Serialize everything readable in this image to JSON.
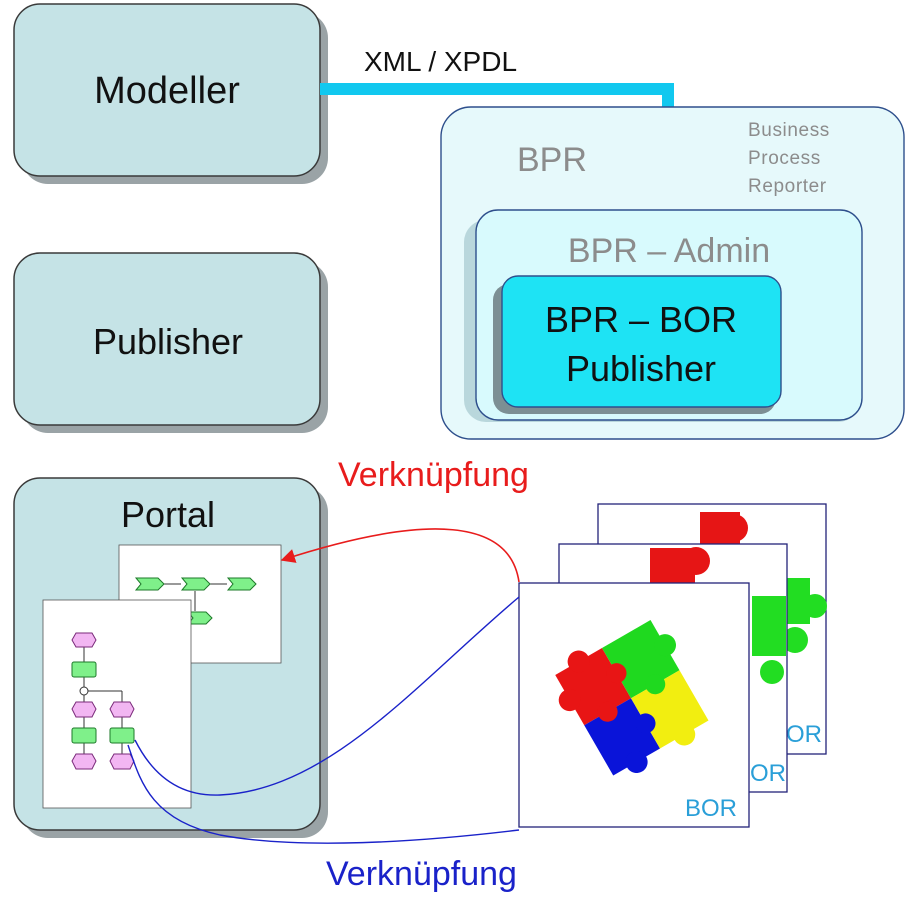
{
  "diagram": {
    "modeller": {
      "label": "Modeller"
    },
    "publisher": {
      "label": "Publisher"
    },
    "portal": {
      "label": "Portal"
    },
    "xml_flow": {
      "label": "XML / XPDL"
    },
    "bpr": {
      "label": "BPR",
      "full_name_line1": "Business",
      "full_name_line2": "Process",
      "full_name_line3": "Reporter",
      "admin": {
        "label": "BPR – Admin"
      },
      "bor_publisher": {
        "line1": "BPR – BOR",
        "line2": "Publisher"
      }
    },
    "bor_stack": {
      "back_label": "OR",
      "middle_label": "OR",
      "front_label": "BOR"
    },
    "links": {
      "red_label": "Verknüpfung",
      "blue_label": "Verknüpfung"
    }
  },
  "colors": {
    "box_fill": "#c5e3e6",
    "box_stroke": "#3a3a3a",
    "bpr_outer_fill": "#e6f9fb",
    "bpr_inner_fill": "#d8fafd",
    "bor_publisher_fill": "#1ee3f4",
    "flow_arrow": "#11c8ef",
    "red_link": "#e81c1c",
    "blue_link": "#1a22c9",
    "gray_text": "#8c8c8c",
    "bor_text": "#2a9fd8"
  }
}
